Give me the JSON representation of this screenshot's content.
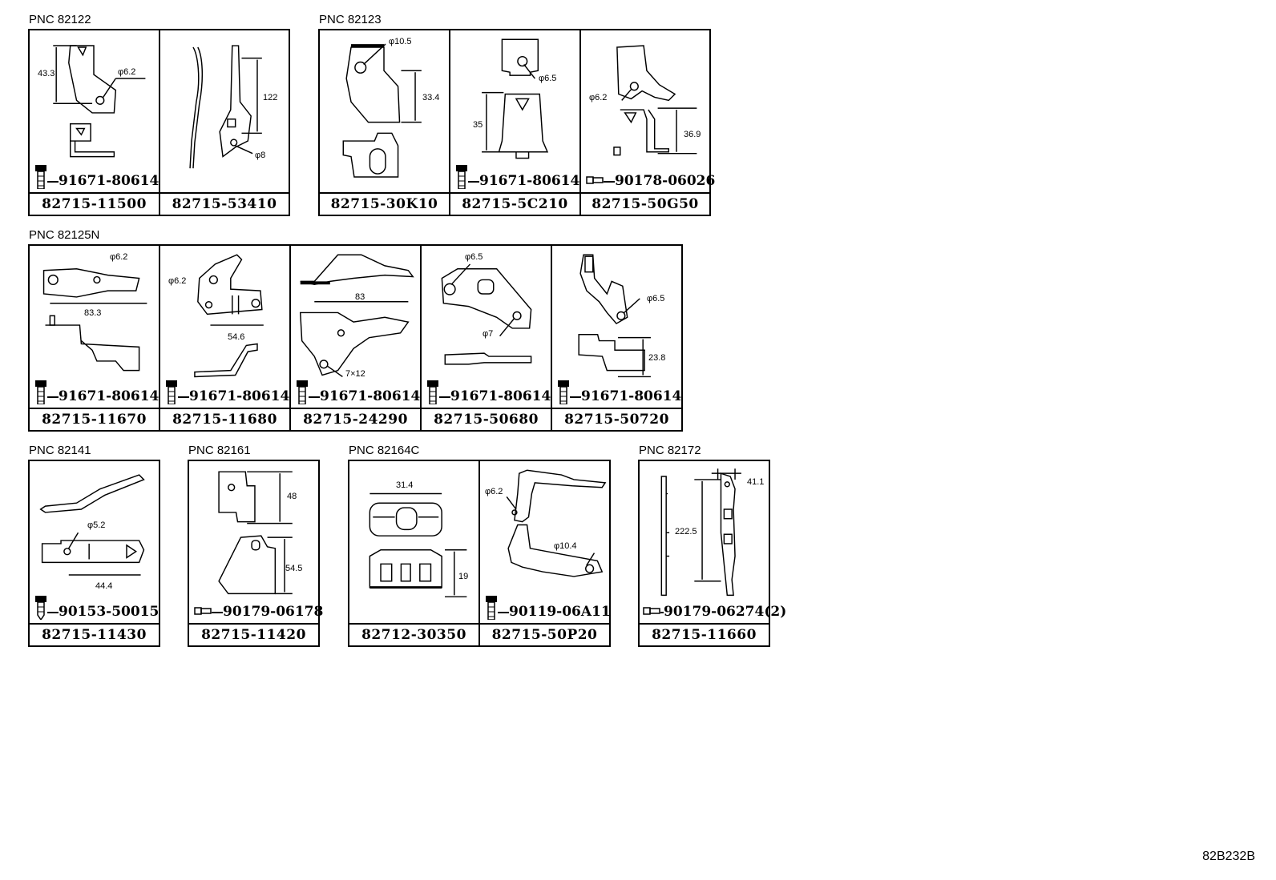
{
  "groups": [
    {
      "pnc": "PNC 82122"
    },
    {
      "pnc": "PNC 82123"
    },
    {
      "pnc": "PNC 82125N"
    },
    {
      "pnc": "PNC 82141"
    },
    {
      "pnc": "PNC 82161"
    },
    {
      "pnc": "PNC 82164C"
    },
    {
      "pnc": "PNC 82172"
    }
  ],
  "parts": [
    {
      "part": "82715-11500",
      "fastener": "91671-80614",
      "fastener_type": "bolt",
      "dims": [
        "43.3",
        "φ6.2"
      ]
    },
    {
      "part": "82715-53410",
      "fastener": "",
      "fastener_type": "",
      "dims": [
        "122",
        "φ8"
      ]
    },
    {
      "part": "82715-30K10",
      "fastener": "",
      "fastener_type": "",
      "dims": [
        "φ10.5",
        "33.4"
      ]
    },
    {
      "part": "82715-5C210",
      "fastener": "91671-80614",
      "fastener_type": "bolt",
      "dims": [
        "φ6.5",
        "35"
      ]
    },
    {
      "part": "82715-50G50",
      "fastener": "90178-06026",
      "fastener_type": "nut",
      "dims": [
        "φ6.2",
        "36.9"
      ]
    },
    {
      "part": "82715-11670",
      "fastener": "91671-80614",
      "fastener_type": "bolt",
      "dims": [
        "φ6.2",
        "83.3"
      ]
    },
    {
      "part": "82715-11680",
      "fastener": "91671-80614",
      "fastener_type": "bolt",
      "dims": [
        "φ6.2",
        "54.6"
      ]
    },
    {
      "part": "82715-24290",
      "fastener": "91671-80614",
      "fastener_type": "bolt",
      "dims": [
        "83",
        "7×12"
      ]
    },
    {
      "part": "82715-50680",
      "fastener": "91671-80614",
      "fastener_type": "bolt",
      "dims": [
        "φ6.5",
        "φ7"
      ]
    },
    {
      "part": "82715-50720",
      "fastener": "91671-80614",
      "fastener_type": "bolt",
      "dims": [
        "φ6.5",
        "23.8"
      ]
    },
    {
      "part": "82715-11430",
      "fastener": "90153-50015",
      "fastener_type": "screw",
      "dims": [
        "φ5.2",
        "44.4"
      ]
    },
    {
      "part": "82715-11420",
      "fastener": "90179-06178",
      "fastener_type": "nut",
      "dims": [
        "48",
        "54.5"
      ]
    },
    {
      "part": "82712-30350",
      "fastener": "",
      "fastener_type": "",
      "dims": [
        "31.4",
        "19"
      ]
    },
    {
      "part": "82715-50P20",
      "fastener": "90119-06A11",
      "fastener_type": "bolt",
      "dims": [
        "φ6.2",
        "φ10.4"
      ]
    },
    {
      "part": "82715-11660",
      "fastener": "90179-06274(2)",
      "fastener_type": "nut",
      "dims": [
        "41.1",
        "222.5"
      ]
    }
  ],
  "diagram_code": "82B232B"
}
